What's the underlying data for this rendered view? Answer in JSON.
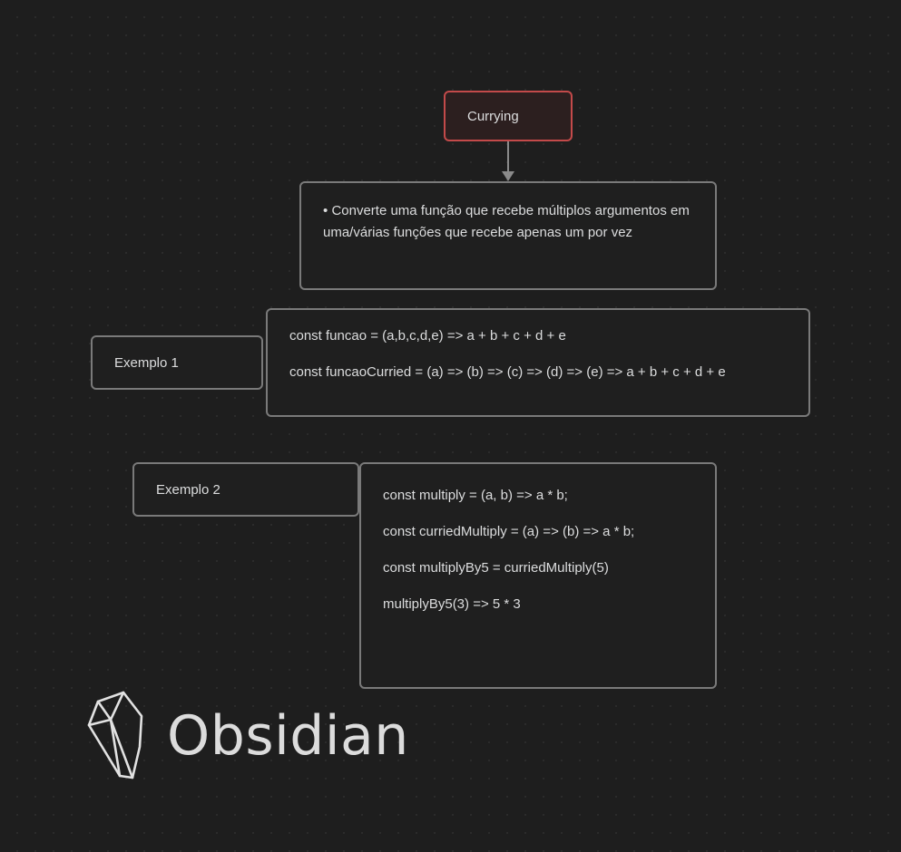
{
  "canvas": {
    "nodes": {
      "currying": {
        "text": "Currying"
      },
      "definition": {
        "bullet": "•",
        "text": "Converte uma função que recebe múltiplos argumentos em uma/várias funções que recebe apenas um por vez"
      },
      "example1_label": {
        "text": "Exemplo 1"
      },
      "example1_code": {
        "lines": [
          "const funcao = (a,b,c,d,e) => a + b + c + d + e",
          "const funcaoCurried = (a) => (b) => (c) => (d) => (e) => a + b + c + d + e"
        ]
      },
      "example2_label": {
        "text": "Exemplo 2"
      },
      "example2_code": {
        "lines": [
          "const multiply = (a, b) => a * b;",
          "const curriedMultiply = (a) => (b) => a * b;",
          "const multiplyBy5 = curriedMultiply(5)",
          "multiplyBy5(3) => 5 * 3"
        ]
      }
    }
  },
  "brand": {
    "name": "Obsidian",
    "icon": "obsidian-logo-icon"
  },
  "colors": {
    "background": "#1e1e1e",
    "node_border": "#7a7a7a",
    "highlight_border": "#c34a4a",
    "highlight_fill": "#2c1f1f",
    "text": "#dcddde",
    "edge": "#8a8a8a"
  }
}
